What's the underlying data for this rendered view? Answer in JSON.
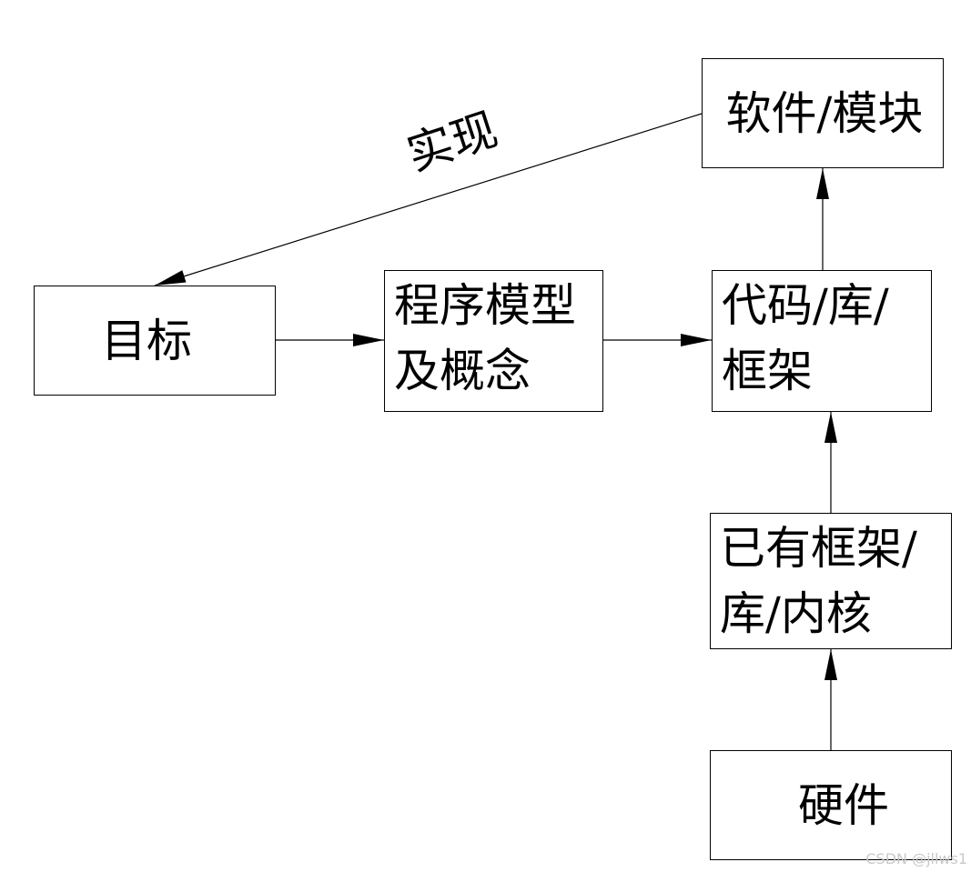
{
  "nodes": {
    "goal": "目标",
    "program_model": [
      "程序模型",
      "及概念"
    ],
    "code_lib": [
      "代码/库/",
      "框架"
    ],
    "software_module": "软件/模块",
    "existing": [
      "已有框架/",
      "库/内核"
    ],
    "hardware": "硬件"
  },
  "edges": {
    "implement_label": "实现"
  },
  "watermark": "CSDN @jllws1"
}
